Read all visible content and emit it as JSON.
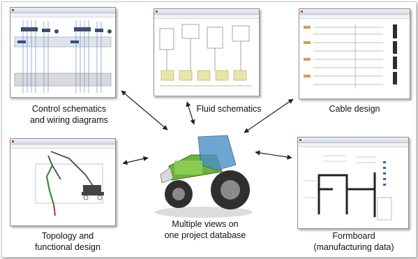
{
  "labels": {
    "control": "Control schematics\nand wiring diagrams",
    "fluid": "Fluid schematics",
    "cable": "Cable design",
    "topology": "Topology and\nfunctional design",
    "center": "Multiple views on\none project database",
    "formboard": "Formboard\n(manufacturing data)"
  },
  "colors": {
    "tractor_body": "#6fb23a",
    "tractor_cab": "#4a90c8",
    "diagram_blue": "#5a7fb5",
    "highlight_yellow": "#e8e6a6",
    "window_red": "#d23b2c"
  }
}
